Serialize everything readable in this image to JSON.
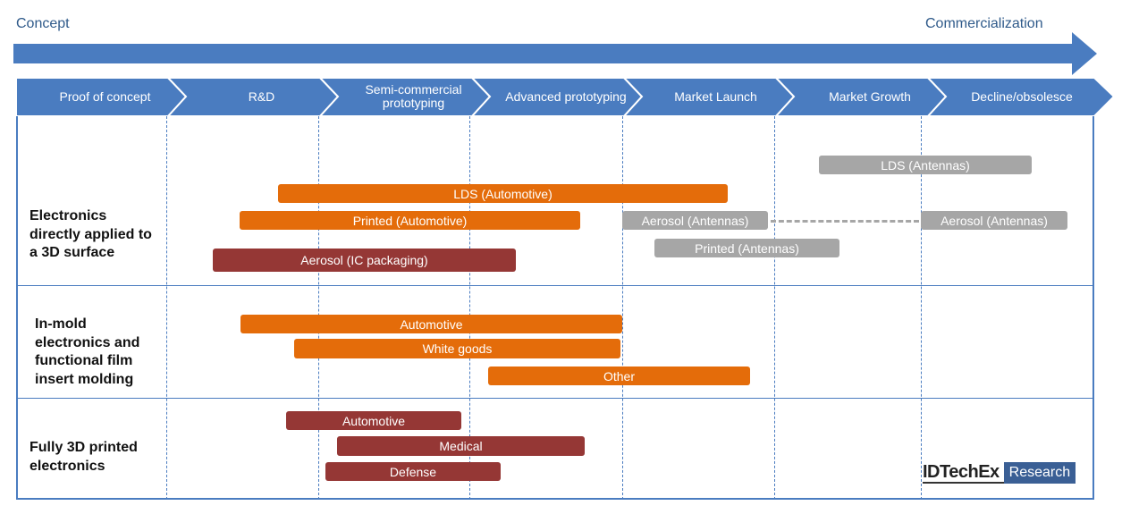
{
  "header": {
    "left_label": "Concept",
    "right_label": "Commercialization"
  },
  "colors": {
    "arrow_blue": "#4a7cc0",
    "orange": "#e46c0a",
    "dark_red": "#953735",
    "grey": "#a6a6a6",
    "logo_box": "#3a5f95"
  },
  "stages": [
    {
      "label": "Proof of concept"
    },
    {
      "label": "R&D"
    },
    {
      "label": "Semi-commercial prototyping"
    },
    {
      "label": "Advanced prototyping"
    },
    {
      "label": "Market Launch"
    },
    {
      "label": "Market Growth"
    },
    {
      "label": "Decline/obsolesce"
    }
  ],
  "rows": [
    {
      "label": "Electronics directly applied to a 3D surface",
      "bars": [
        {
          "label": "LDS (Antennas)"
        },
        {
          "label": "LDS (Automotive)"
        },
        {
          "label": "Printed (Automotive)"
        },
        {
          "label": "Aerosol (Antennas)"
        },
        {
          "label": "Aerosol (Antennas)"
        },
        {
          "label": "Printed (Antennas)"
        },
        {
          "label": "Aerosol (IC packaging)"
        }
      ]
    },
    {
      "label": "In-mold electronics and functional film insert molding",
      "bars": [
        {
          "label": "Automotive"
        },
        {
          "label": "White goods"
        },
        {
          "label": "Other"
        }
      ]
    },
    {
      "label": "Fully 3D printed electronics",
      "bars": [
        {
          "label": "Automotive"
        },
        {
          "label": "Medical"
        },
        {
          "label": "Defense"
        }
      ]
    }
  ],
  "logo": {
    "main": "IDTechEx",
    "sub": "Research"
  }
}
